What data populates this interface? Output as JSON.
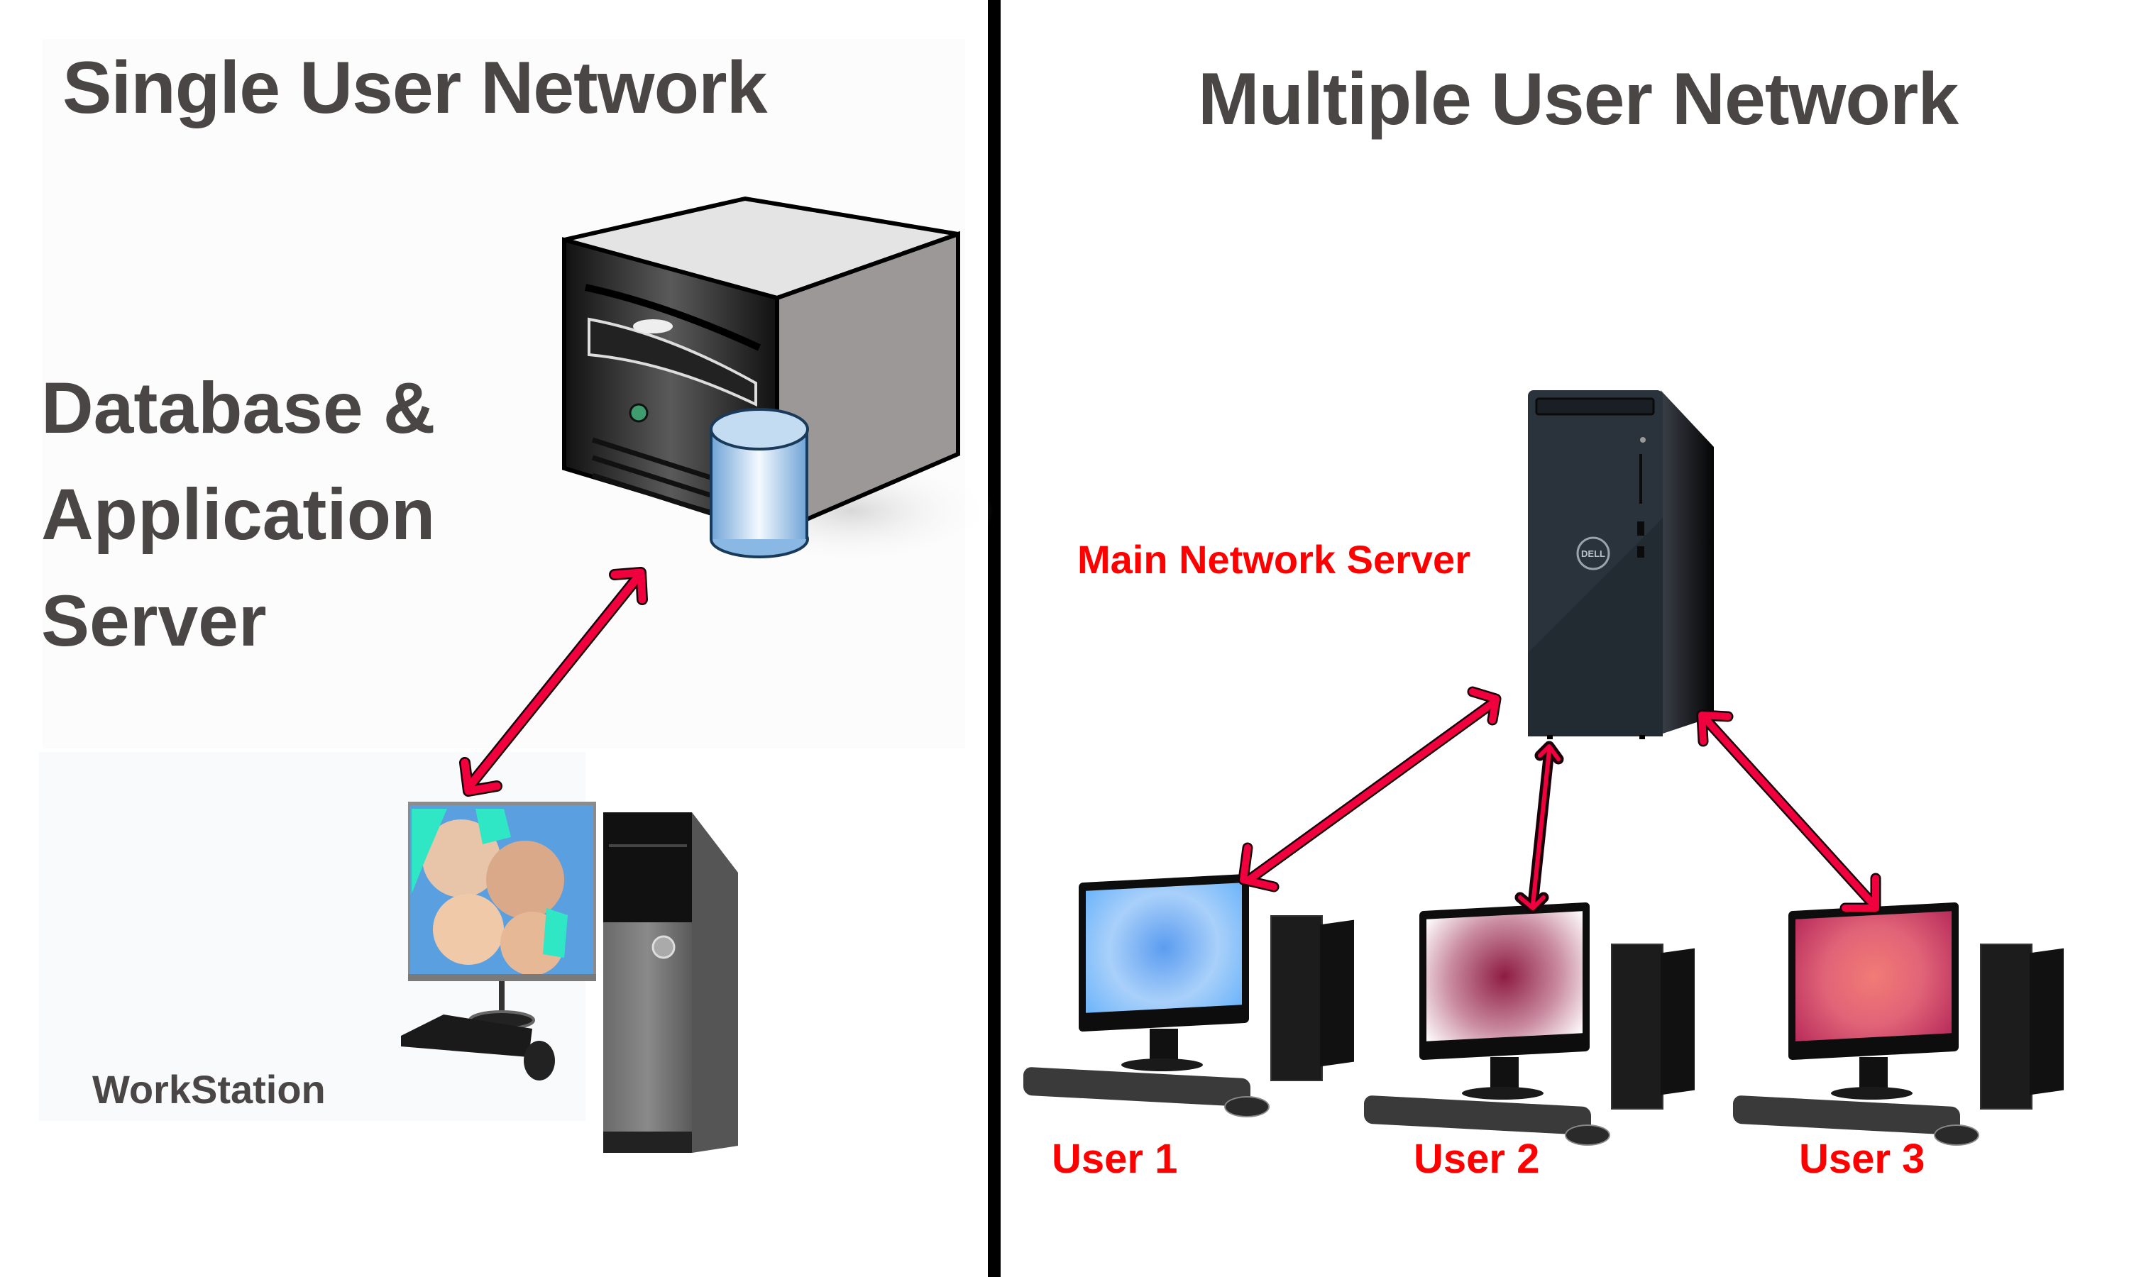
{
  "left_panel": {
    "title": "Single User Network",
    "server_label_lines": [
      "Database &",
      "Application",
      "Server"
    ],
    "workstation_label": "WorkStation",
    "server_icon": "database-server-icon",
    "workstation_icon": "desktop-workstation-icon"
  },
  "right_panel": {
    "title": "Multiple User Network",
    "server_label": "Main Network Server",
    "server_icon": "tower-server-icon",
    "users": [
      {
        "label": "User 1",
        "screen": "blue"
      },
      {
        "label": "User 2",
        "screen": "maroon"
      },
      {
        "label": "User 3",
        "screen": "pink"
      }
    ]
  },
  "colors": {
    "title_text": "#4a4646",
    "label_red": "#ff0000",
    "arrow": "#f0003c",
    "divider": "#000000"
  }
}
